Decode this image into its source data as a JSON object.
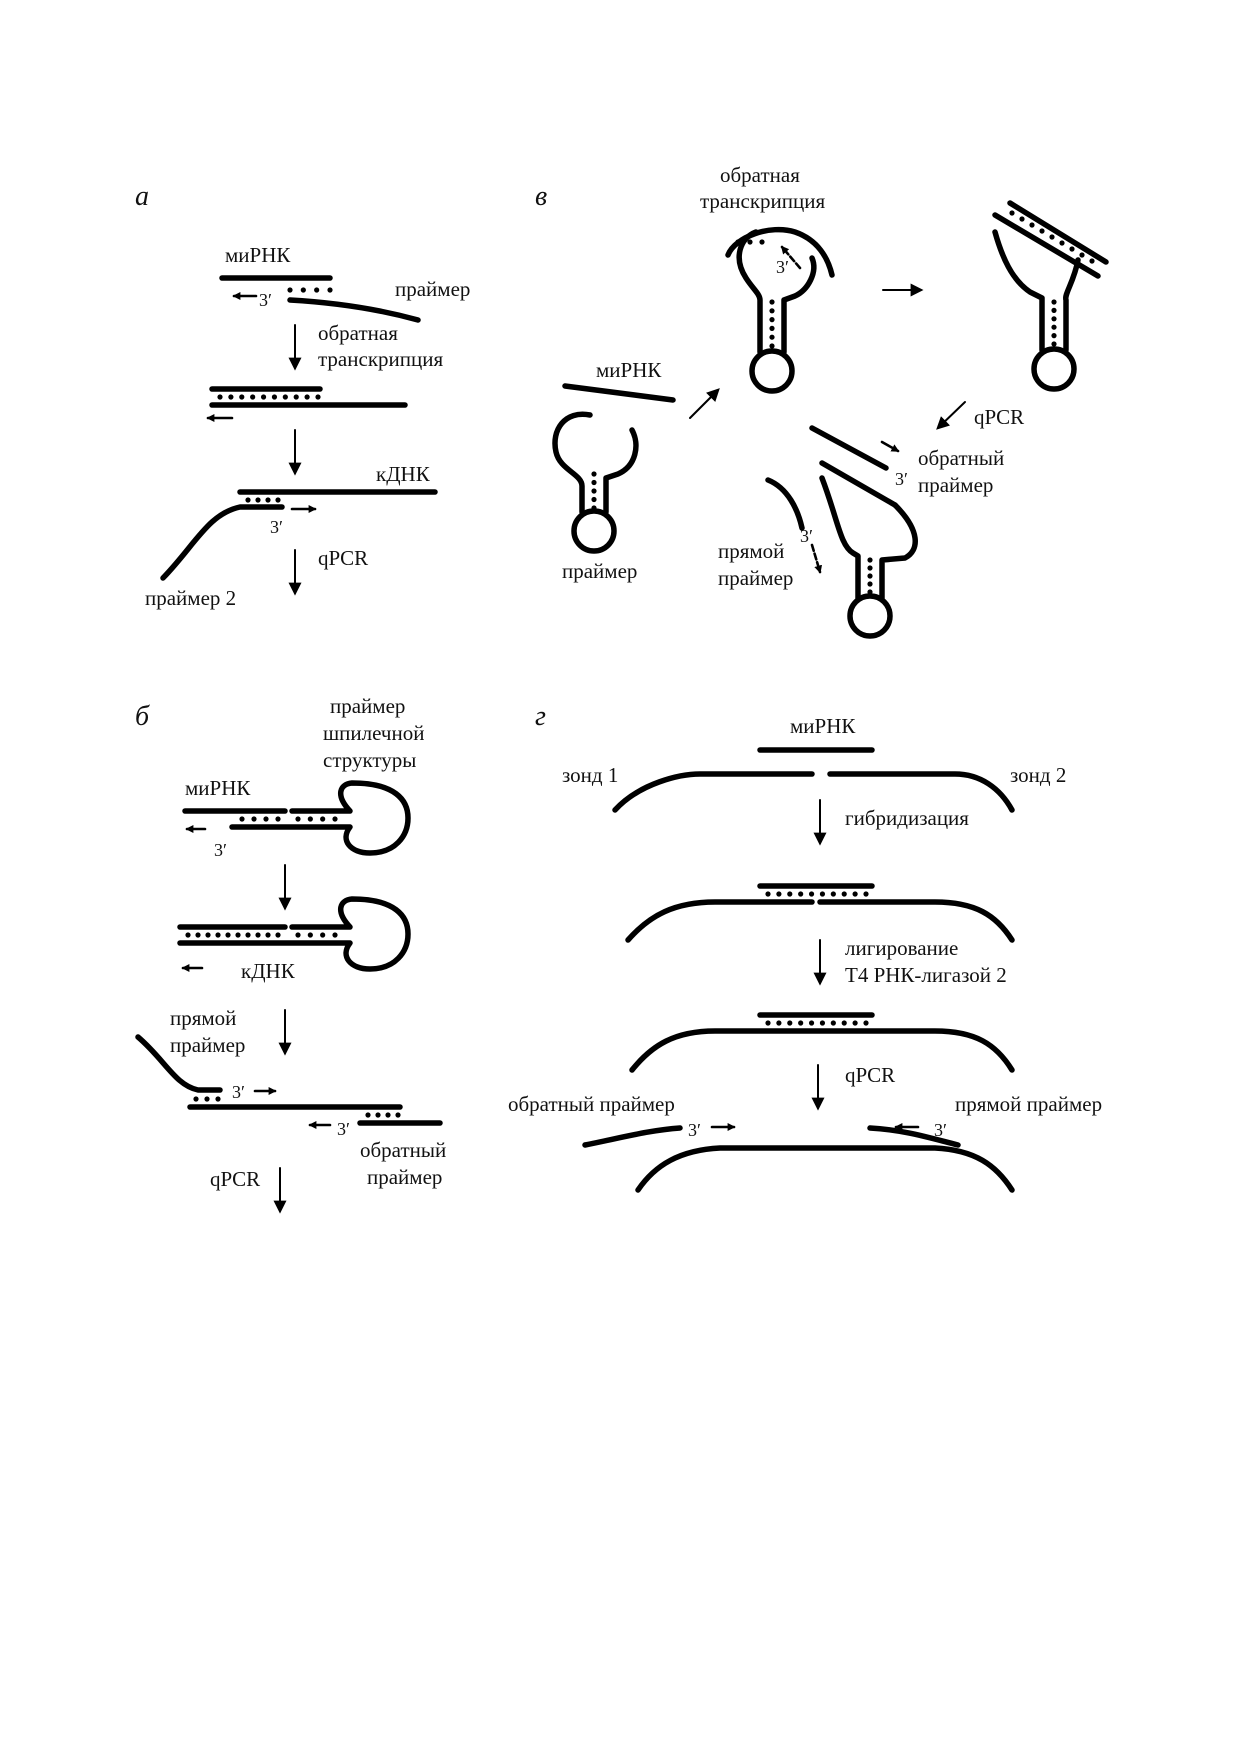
{
  "panels": {
    "a": {
      "letter": "а",
      "mirna": "миРНК",
      "primer": "праймер",
      "three1": "3′",
      "rt1": "обратная",
      "rt2": "транскрипция",
      "cdna": "кДНК",
      "three2": "3′",
      "qpcr": "qPCR",
      "primer2": "праймер 2"
    },
    "b": {
      "letter": "б",
      "hp1": "праймер",
      "hp2": "шпилечной",
      "hp3": "структуры",
      "mirna": "миРНК",
      "three1": "3′",
      "cdna": "кДНК",
      "fwd1": "прямой",
      "fwd2": "праймер",
      "three2": "3′",
      "three3": "3′",
      "rev1": "обратный",
      "rev2": "праймер",
      "qpcr": "qPCR"
    },
    "v": {
      "letter": "в",
      "rt1": "обратная",
      "rt2": "транскрипция",
      "three1": "3′",
      "mirna": "миРНК",
      "primer": "праймер",
      "qpcr": "qPCR",
      "three2": "3′",
      "rev1": "обратный",
      "rev2": "праймер",
      "three3": "3′",
      "fwd1": "прямой",
      "fwd2": "праймер"
    },
    "g": {
      "letter": "г",
      "mirna": "миРНК",
      "probe1": "зонд 1",
      "probe2": "зонд 2",
      "hyb": "гибридизация",
      "lig1": "лигирование",
      "lig2": "Т4 РНК-лигазой 2",
      "qpcr": "qPCR",
      "rev": "обратный праймер",
      "fwd": "прямой праймер",
      "three1": "3′",
      "three2": "3′"
    }
  }
}
